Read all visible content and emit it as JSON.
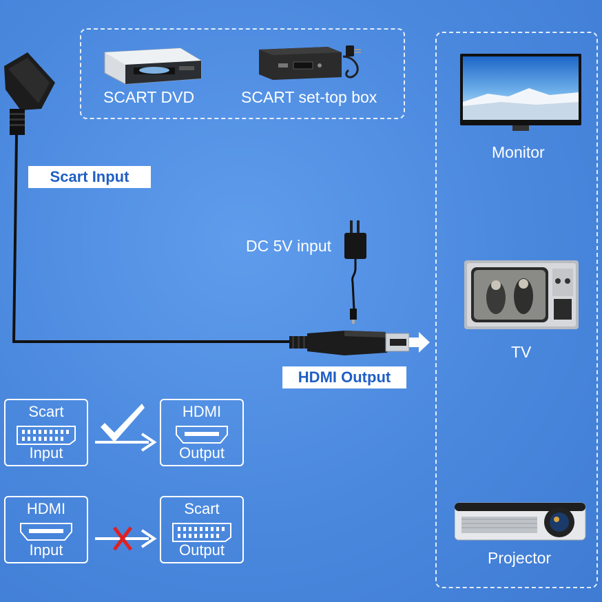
{
  "sources": {
    "dvd_label": "SCART DVD",
    "stb_label": "SCART set-top box"
  },
  "scart_input_tag": "Scart Input",
  "dc_label": "DC 5V input",
  "hdmi_output_tag": "HDMI Output",
  "outputs": {
    "monitor_label": "Monitor",
    "tv_label": "TV",
    "projector_label": "Projector"
  },
  "supported": {
    "from_top": "Scart",
    "from_bottom": "Input",
    "to_top": "HDMI",
    "to_bottom": "Output"
  },
  "unsupported": {
    "from_top": "HDMI",
    "from_bottom": "Input",
    "to_top": "Scart",
    "to_bottom": "Output"
  },
  "colors": {
    "background": "#4a88de",
    "tag_text": "#1f5fc4",
    "check": "#ffffff",
    "cross": "#e02020"
  }
}
